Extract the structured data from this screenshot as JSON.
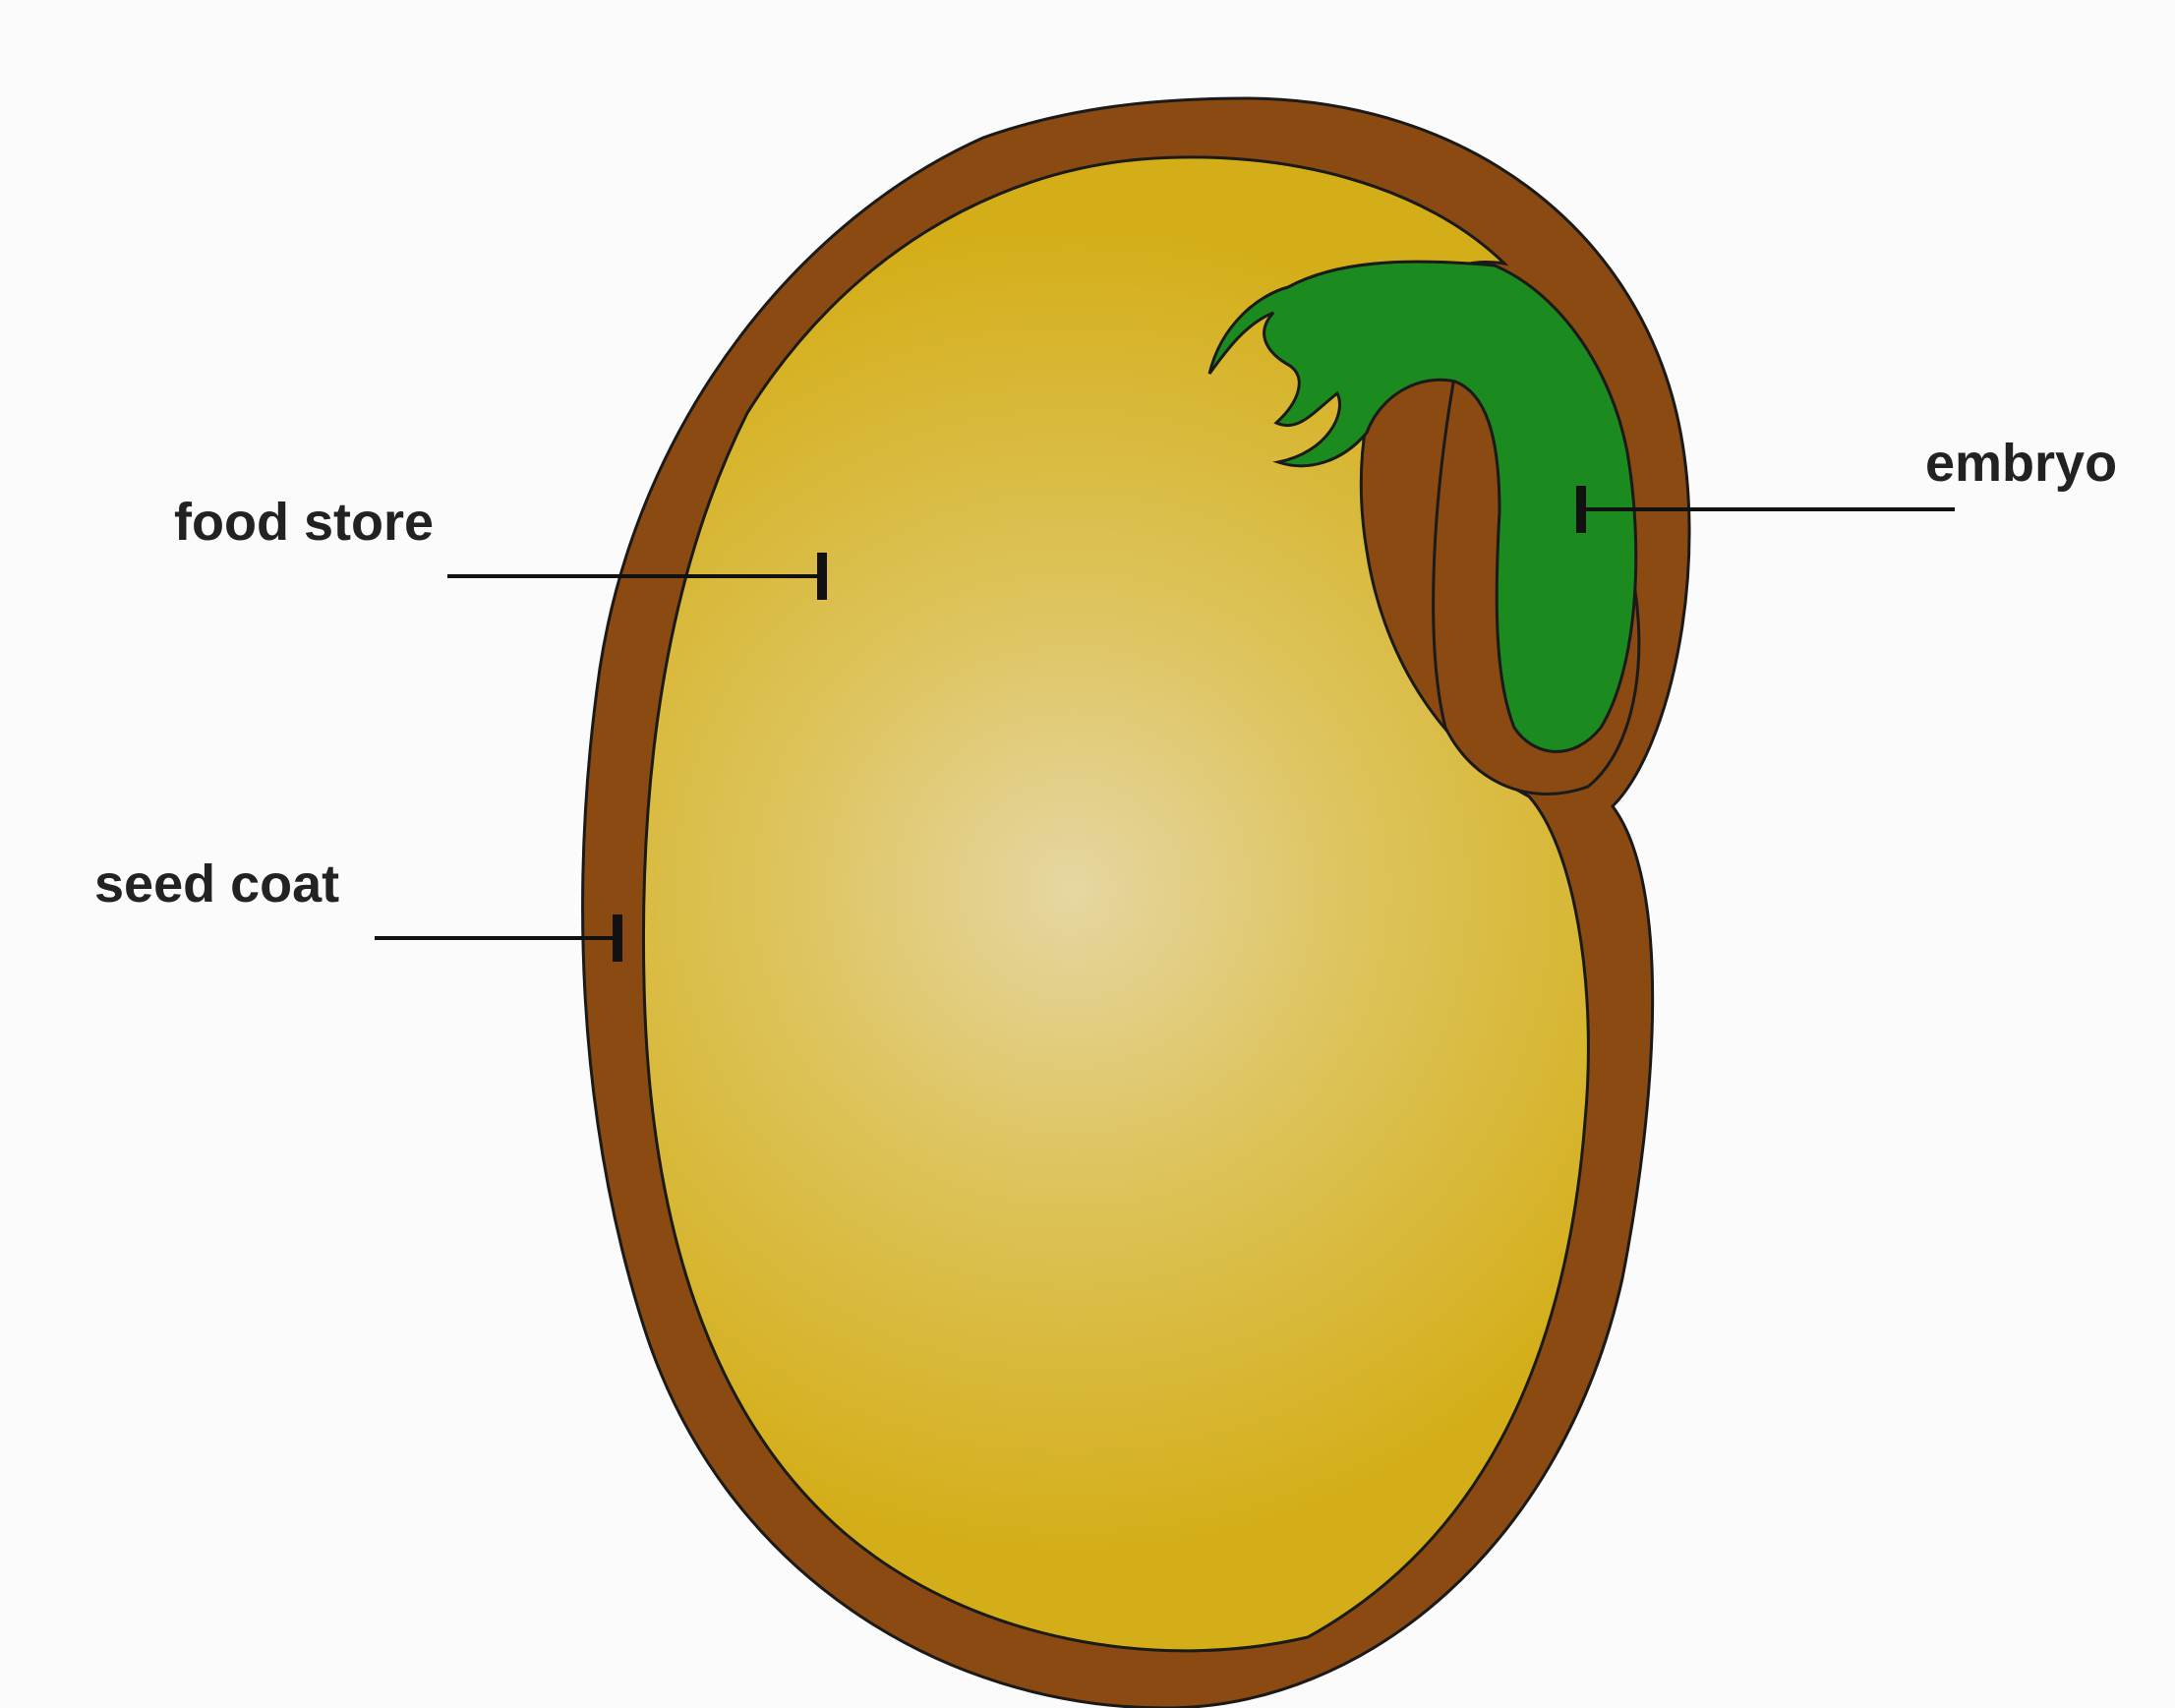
{
  "labels": {
    "food_store": "food store",
    "seed_coat": "seed coat",
    "embryo": "embryo"
  },
  "colors": {
    "background": "#fafbfa",
    "seed_coat": "#8a4a12",
    "food_store": "#d4ae18",
    "food_store_highlight": "#e6d6a2",
    "embryo": "#1b8a1f",
    "outline": "#1a1a1a",
    "leader_line": "#111111",
    "label_text": "#222222"
  }
}
